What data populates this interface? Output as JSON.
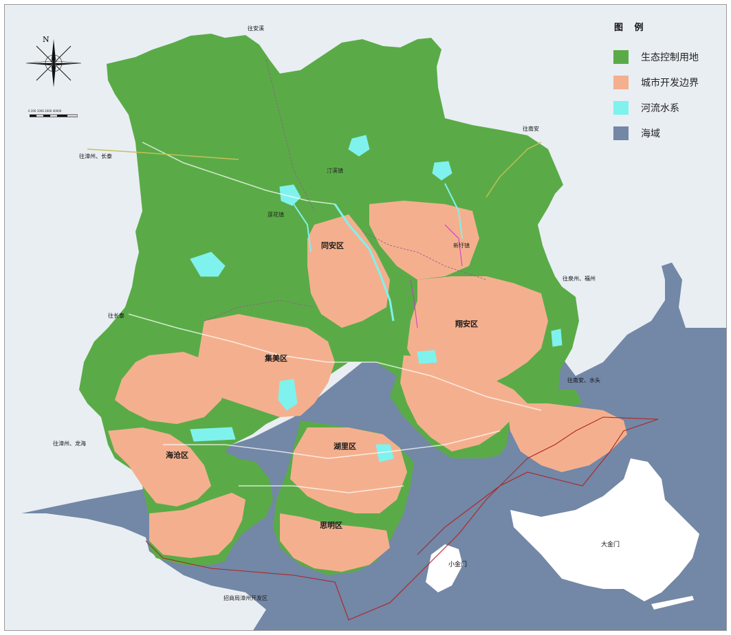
{
  "legend": {
    "title": "图 例",
    "items": [
      {
        "label": "生态控制用地",
        "color": "#5aab47"
      },
      {
        "label": "城市开发边界",
        "color": "#f4b08e"
      },
      {
        "label": "河流水系",
        "color": "#7ff2ee"
      },
      {
        "label": "海域",
        "color": "#7387a6"
      }
    ]
  },
  "compass": {
    "north": "N"
  },
  "scale_bar": {
    "labels": "0 200 1000 2000     40000"
  },
  "districts": {
    "tongan": "同安区",
    "jimei": "集美区",
    "xiangan": "翔安区",
    "haicang": "海沧区",
    "huli": "湖里区",
    "siming": "思明区"
  },
  "towns": {
    "tingxi": "汀溪镇",
    "lianhua": "莲花镇",
    "xinxu": "新圩镇"
  },
  "destinations": {
    "anxi": "往安溪",
    "nanan_top": "往南安",
    "zhangzhou_changtai": "往漳州、长泰",
    "changtai": "往长泰",
    "quanzhou_fuzhou": "往泉州、福州",
    "nanan_shuitou": "往南安、水头",
    "zhangzhou_longhai": "往漳州、龙海"
  },
  "islands": {
    "dajinmen": "大金门",
    "xiaojinmen": "小金门"
  },
  "zones": {
    "zhaoshangju": "招商局漳州开发区"
  },
  "colors": {
    "eco": "#5aab47",
    "urban": "#f4b08e",
    "water": "#7ff2ee",
    "sea": "#7387a6",
    "land_out": "#e9eef3",
    "kinmen": "#ffffff",
    "sea_boundary": "#b22222"
  }
}
